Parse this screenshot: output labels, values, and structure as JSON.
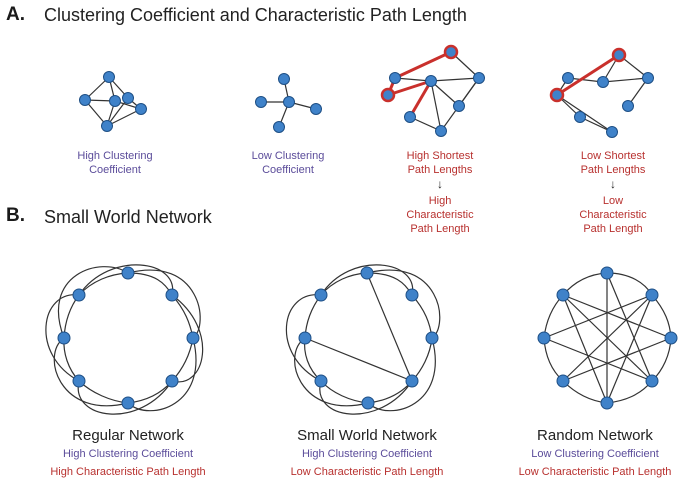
{
  "sectionA": {
    "letter": "A.",
    "title": "Clustering Coefficient and Characteristic Path Length",
    "captions": [
      {
        "lines": [
          "High Clustering",
          "Coefficient"
        ]
      },
      {
        "lines": [
          "Low Clustering",
          "Coefficient"
        ]
      },
      {
        "lines": [
          "High Shortest",
          "Path Lengths"
        ],
        "result": [
          "High",
          "Characteristic",
          "Path Length"
        ]
      },
      {
        "lines": [
          "Low Shortest",
          "Path Lengths"
        ],
        "result": [
          "Low",
          "Characteristic",
          "Path Length"
        ]
      }
    ],
    "arrow": "↓"
  },
  "sectionB": {
    "letter": "B.",
    "title": "Small World Network",
    "networks": [
      {
        "name": "Regular Network",
        "clustering": "High Clustering Coefficient",
        "path": "High Characteristic Path Length"
      },
      {
        "name": "Small World Network",
        "clustering": "High Clustering Coefficient",
        "path": "Low Characteristic Path Length"
      },
      {
        "name": "Random Network",
        "clustering": "Low Clustering Coefficient",
        "path": "Low Characteristic Path Length"
      }
    ]
  },
  "colors": {
    "node": "#3f82c9",
    "highlight": "#c9302c",
    "purple_text": "#5b4c9a",
    "red_text": "#b8312f"
  }
}
